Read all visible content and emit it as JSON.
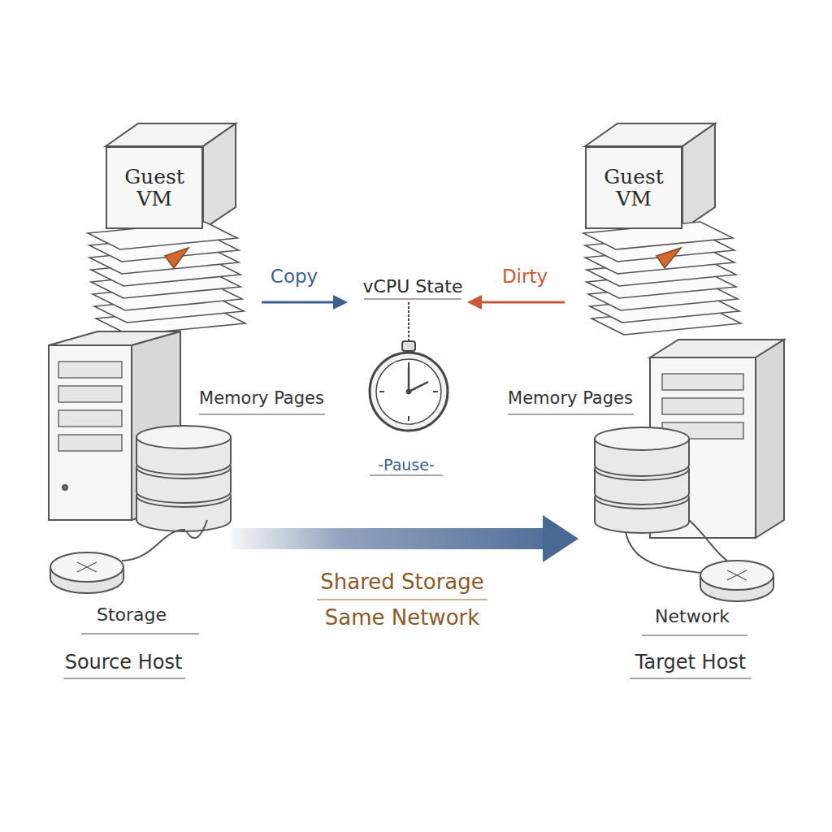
{
  "diagram": {
    "nodes": [
      {
        "text": [
          "Guest VM"
        ]
      },
      {
        "text": [
          "Guest VM"
        ]
      }
    ],
    "labels": [
      "Copy",
      "vCPU State",
      "Dirty",
      "Memory Pages",
      "Memory Pages",
      "-Pause-",
      "Shared Storage",
      "Same Network",
      "Storage",
      "Network",
      "Source Host",
      "Target Host"
    ]
  }
}
